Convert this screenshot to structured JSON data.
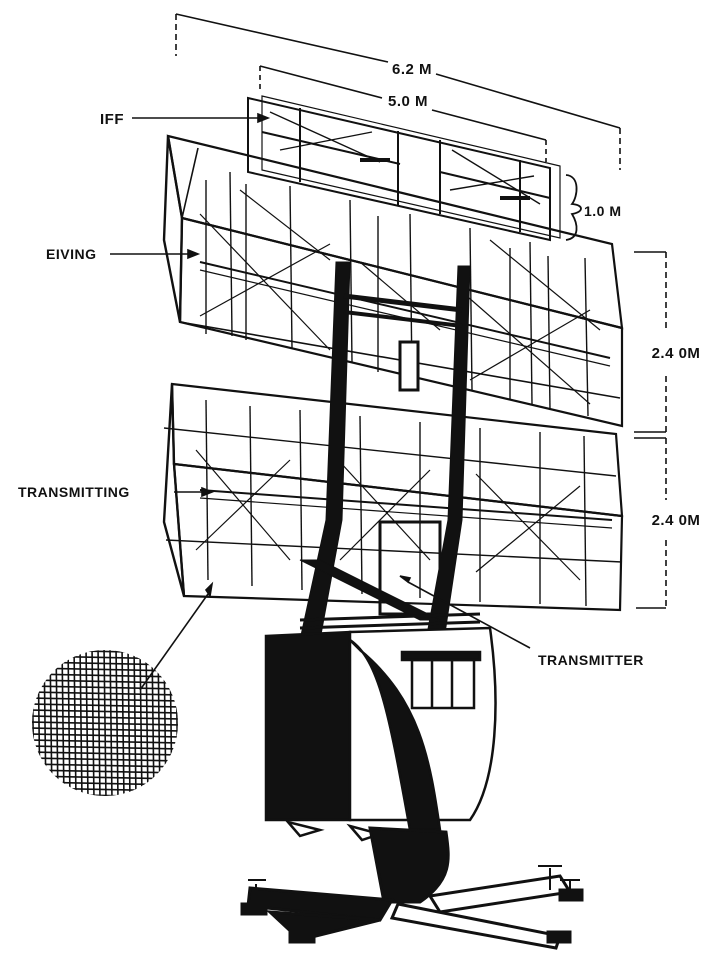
{
  "labels": {
    "iff": "IFF",
    "receiving": "EIVING",
    "transmitting": "TRANSMITTING",
    "transmitter": "TRANSMITTER"
  },
  "dimensions": {
    "overall_width": "6.2 M",
    "iff_width": "5.0 M",
    "iff_height": "1.0 M",
    "receiving_height": "2.4 0M",
    "transmitting_height": "2.4 0M"
  },
  "colors": {
    "ink": "#111111",
    "paper": "#ffffff"
  }
}
